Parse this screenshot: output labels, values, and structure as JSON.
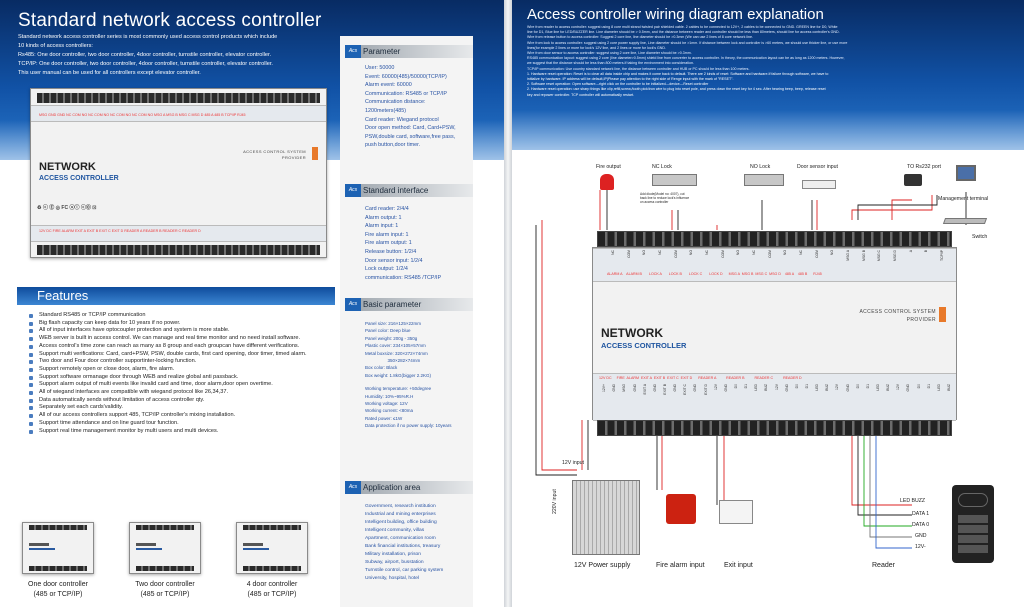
{
  "left_page": {
    "title": "Standard network access controller",
    "description": [
      "Standard network access controller series is most commonly used access control products which include",
      "10 kinds of access controllers:",
      "Rs485:  One door controller, two door controller, 4door controller, turnstile controller, elevator controller.",
      "TCP/IP:  One door controller, two door controller, 4door controller, turnstile controller, elevator controller.",
      "This user manual can be used for all controllers except elevator controller."
    ],
    "device": {
      "name": "NETWORK",
      "subname": "ACCESS CONTROLLER",
      "acs_line1": "ACCESS CONTROL SYSTEM",
      "acs_line2": "PROVIDER",
      "logos": "♻ ⓒ Ⓔ ◎ FC ⓤⓛ ⓒ⓪ ⊡",
      "top_labels": "MSG  GND  GND  NC  COM  NO  NC  COM  NO  NC  COM  NO  NC  COM  NO  MSG A  MSG B  MSG C  MSG D  485 A  485 B  TCP/IP  RJ45",
      "bottom_labels": "12V DC   FIRE  ALARM  EXIT A  EXIT B  EXIT C  EXIT D   READER A   READER B   READER C   READER D"
    },
    "features": {
      "heading": "Features",
      "items": [
        "Standard RS485 or TCP/IP communication",
        "Big flash capacity can keep data for 10 years if no power.",
        "All of input interfaces have optocoupler protection and system is more stable.",
        "WEB server is built in access control. We can manage and real time monitor and no need install software.",
        "Access control's time zone can reach as many as 8 group and each groupcan have different verifications.",
        "Support multi verifications: Card, card+PSW, PSW, double cards, first card opening, door timer, timed alarm.",
        "Two door and Four door controller supportinter-locking function.",
        "Support remotely open or close door, alarm, fire alarm.",
        "Support software ormanage door through WEB and realize global anti passback.",
        "Support alarm output of multi events like invalid card and time, door alarm,door open overtime.",
        "All of wiegand interfaces are compatible with wiegand protocol like 26,34,37.",
        "Data automatically sends without limitation of access controller qty.",
        "Separately set each cards'validity.",
        "All of our access controllers support 485, TCP/IP controller's mixing installation.",
        "Support time attendance and on line guard tour function.",
        "Support real time management monitor by multi users and multi devices."
      ]
    },
    "models": [
      {
        "cap1": "One door controller",
        "cap2": "(485 or TCP/IP)"
      },
      {
        "cap1": "Two door controller",
        "cap2": "(485 or TCP/IP)"
      },
      {
        "cap1": "4 door controller",
        "cap2": "(485 or TCP/IP)"
      }
    ]
  },
  "sidebar": {
    "parameter": {
      "heading": "Parameter",
      "lines": [
        "User: 50000",
        "Event: 60000(485)/50000(TCP/IP)",
        "Alarm event: 60000",
        "Communication: RS485 or TCP/IP",
        "Communication distance:",
        "1200meters(485)",
        "Card reader: Wiegand protocol",
        "Door open method: Card, Card+PSW,",
        "PSW,double card, software,free pass,",
        "push button,door timer."
      ]
    },
    "interface": {
      "heading": "Standard  interface",
      "lines": [
        "Card reader: 2/4/4",
        "Alarm output: 1",
        "Alarm input: 1",
        "Fire alarm input: 1",
        "Fire alarm output: 1",
        "Release button: 1/2/4",
        "Door sensor input: 1/2/4",
        "Lock output: 1/2/4",
        "communication: RS485 /TCP/IP"
      ]
    },
    "basic": {
      "heading": "Basic  parameter",
      "lines": [
        "Panel size: 216×125×22mm",
        "Panel color: Deep blue",
        "Panel weight: 200g - 350g",
        "Plastic cover: 234×105×57mm",
        "Metal boxsize: 320×272×74mm",
        "                  350×282×74mm",
        "Box color: Black",
        "Box weight: 1.8kG(bigger 2.2KG)",
        "",
        "Working temperature: +50degree",
        "Humidity: 10%~95%R.H",
        "Working voltage: 12V",
        "Working current: <80ma",
        "Rated power: ≤1W",
        "Data protection if no power supply: 10years"
      ]
    },
    "application": {
      "heading": "Application  area",
      "lines": [
        "Government, research institution",
        "Industrial and mining enterprises",
        "Intelligent building, office building",
        "Intelligent community, villas",
        "Apartment, communication room",
        "Bank financial institutions, treasury",
        "Military installation, prison",
        "Subway, airport, busstation",
        "Turnstile control, car parking system",
        "University, hospital, hotel"
      ]
    }
  },
  "right_page": {
    "title": "Access controller wiring diagram explanation",
    "description": [
      "Wire from reader to access controller: suggest using 8 core multi strand twisted pair shielded cable. 2 cables to be connected to 12V+, 2 cables to be connected to GND. GREEN line for D0, White",
      "line for D1, Blue line for LED/BUZZER line. Line diameter should be > 0.5mm, and the distance between reader and controller should be less than 80meters, should line for access controller's GND.",
      "Wire from release button to access controller:  Suggest 2 core line, line diameter should be >0.3mm (We can use 2 lines of 8 core network line.",
      "Wire from lock to access controller: suggest using 2 core power supply line, Line diameter should be >1mm. If distance between lock and controller is >60 meters, we should use thicker line, or use more",
      "lines(for example 2 lines or more for lock's 12V line, and 2 lines or more for lock's GND.",
      "Wire from door sensor to access controller: suggest using 2 core line, Line diameter should be >0.3mm.",
      "RS485 communication layout: suggest using 2 core (line diameter>0.5mm) shield line from converter to access controller. In theory, the communication layout can be as long as 1200 meters. However,",
      "we suggest that the distance should be less than 800 meters.If taking the environment into consideration.",
      "TCP/IP communication: Use country standard network line, the distance between controller and HUB or PC should be less than 100 meters.",
      "1. Hardware reset operation: Reset is to clear all data inside chip and makes it come back to default. There are 2 kinds of reset: Software and hardware.If failure through software, we have to",
      "initialize by hardware. IP address will be default,IP(Please pay attention to the right side of Renge input with the mark of  \"RESET\".",
      "2. Software reset operation: Open software---right click on the controller to be initialized---device---Reset controller",
      "2. Hardware reset operation: use sharp things like clip,refill,screw,/tooth pick/iron wire to plug into reset pole, and press down the reset key for 4 sec. After hearing beep, beep, release reset",
      "key and repower controller. TCP controller will automatically restart."
    ],
    "labels": {
      "fire_output": "Fire output",
      "nc_lock": "NC Lock",
      "no_lock": "NO Lock",
      "door_sensor": "Door sensor input",
      "to_rs232": "TO Rs232 port",
      "mgmt": "Management terminal",
      "switch": "Switch",
      "diode_note": "Add diode(Model no: 4007), cut back line to reduce lock's influence on access controller",
      "twelve_v_input": "12V input",
      "v220_input": "220V input",
      "power_supply": "12V Power supply",
      "fire_alarm_input": "Fire alarm input",
      "exit_input": "Exit input",
      "reader": "Reader",
      "led_buzz": "LED BUZZ",
      "data1": "DATA 1",
      "data0": "DATA 0",
      "gnd": "GND",
      "v12": "12V-"
    },
    "device": {
      "name": "NETWORK",
      "subname": "ACCESS CONTROLLER",
      "acs_line1": "ACCESS CONTROL SYSTEM",
      "acs_line2": "PROVIDER",
      "top_pins": [
        "NC",
        "COM",
        "NO",
        "NC",
        "COM",
        "NO",
        "NC",
        "COM",
        "NO",
        "NC",
        "COM",
        "NO",
        "NC",
        "COM",
        "NO",
        "MSG A",
        "MSG B",
        "MSG C",
        "MSG D",
        "A",
        "B",
        "TCP/IP"
      ],
      "top_groups": "ALARM A    ALARM B       LOCK A       LOCK B       LOCK C       LOCK D      MSG A  MSG B  MSG C  MSG D    485 A    485 B      RJ45",
      "bottom_groups": "12V DC     FIRE  ALARM  EXIT A  EXIT B  EXIT C  EXIT D      READER A          READER B          READER C          READER D",
      "bottom_pins": [
        "12V+",
        "GND",
        "MSG",
        "GND",
        "EXIT A",
        "GND",
        "EXIT B",
        "GND",
        "EXIT C",
        "GND",
        "EXIT D",
        "12V",
        "GND",
        "D0",
        "D1",
        "LED",
        "BUZ",
        "12V",
        "GND",
        "D0",
        "D1",
        "LED",
        "BUZ",
        "12V",
        "GND",
        "D0",
        "D1",
        "LED",
        "BUZ",
        "12V",
        "GND",
        "D0",
        "D1",
        "LED",
        "BUZ"
      ]
    }
  }
}
